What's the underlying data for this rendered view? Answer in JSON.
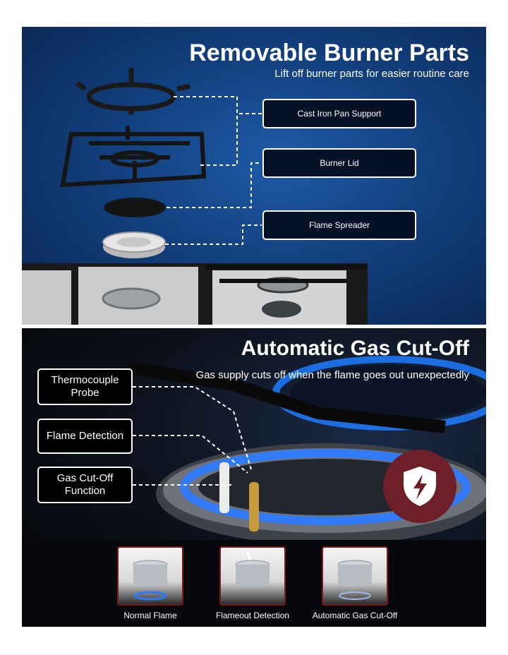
{
  "section_removable": {
    "title": "Removable Burner Parts",
    "subtitle": "Lift off burner parts for easier routine care",
    "labels": [
      "Cast Iron Pan Support",
      "Burner Lid",
      "Flame Spreader"
    ]
  },
  "section_cutoff": {
    "title": "Automatic Gas Cut-Off",
    "subtitle": "Gas supply cuts off when the flame goes out unexpectedly",
    "labels": [
      "Thermocouple Probe",
      "Flame Detection",
      "Gas Cut-Off Function"
    ],
    "badge_icon": "shield-lightning-icon",
    "thumbnails": [
      {
        "caption": "Normal Flame"
      },
      {
        "caption": "Flameout Detection"
      },
      {
        "caption": "Automatic Gas Cut-Off"
      }
    ]
  },
  "colors": {
    "top_bg": "#12407e",
    "bottom_bg": "#0b0f18",
    "badge": "#6e1f28",
    "flame": "#2f7bff"
  }
}
